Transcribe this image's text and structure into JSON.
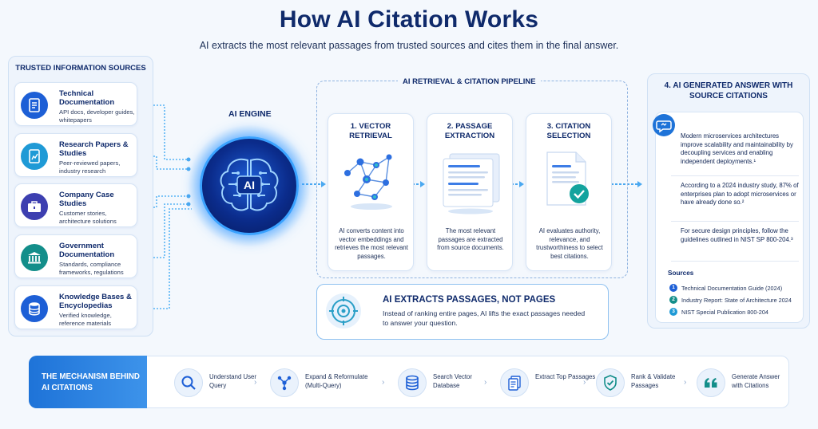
{
  "title": "How AI Citation Works",
  "subtitle": "AI extracts the most relevant passages from trusted sources and cites them in the final answer.",
  "sources_panel": {
    "heading": "TRUSTED INFORMATION SOURCES",
    "items": [
      {
        "title": "Technical Documentation",
        "desc": "API docs, developer guides, whitepapers",
        "icon": "document-icon",
        "color": "#1d5fd6"
      },
      {
        "title": "Research Papers & Studies",
        "desc": "Peer-reviewed papers, industry research",
        "icon": "chart-doc-icon",
        "color": "#1f9ad6"
      },
      {
        "title": "Company Case Studies",
        "desc": "Customer stories, architecture solutions",
        "icon": "briefcase-icon",
        "color": "#3d3fb0"
      },
      {
        "title": "Government Documentation",
        "desc": "Standards, compliance frameworks, regulations",
        "icon": "government-building-icon",
        "color": "#138e8a"
      },
      {
        "title": "Knowledge Bases & Encyclopedias",
        "desc": "Verified knowledge, reference materials",
        "icon": "database-icon",
        "color": "#1d5fd6"
      }
    ]
  },
  "engine": {
    "label": "AI ENGINE",
    "badge": "AI"
  },
  "pipeline": {
    "heading": "AI RETRIEVAL & CITATION PIPELINE",
    "steps": [
      {
        "title": "1. VECTOR RETRIEVAL",
        "desc": "AI converts content into vector embeddings and retrieves the most relevant passages.",
        "icon": "vector-graph-icon"
      },
      {
        "title": "2. PASSAGE EXTRACTION",
        "desc": "The most relevant passages are extracted from source documents.",
        "icon": "stacked-documents-icon"
      },
      {
        "title": "3. CITATION SELECTION",
        "desc": "AI evaluates authority, relevance, and trustworthiness to select best citations.",
        "icon": "check-document-icon"
      }
    ]
  },
  "extract_callout": {
    "title": "AI EXTRACTS PASSAGES, NOT PAGES",
    "desc": "Instead of ranking entire pages, AI lifts the exact passages needed to answer your question.",
    "icon": "target-icon"
  },
  "answer_panel": {
    "heading": "4. AI GENERATED ANSWER WITH SOURCE CITATIONS",
    "paragraphs": [
      "Modern microservices architectures improve scalability and maintainability by decoupling services and enabling independent deployments.¹",
      "According to a 2024 industry study, 87% of enterprises plan to adopt microservices or have already done so.²",
      "For secure design principles, follow the guidelines outlined in NIST SP 800-204.³"
    ],
    "sources_title": "Sources",
    "sources": [
      {
        "num": "1",
        "label": "Technical Documentation Guide (2024)",
        "color": "#1d5fd6"
      },
      {
        "num": "2",
        "label": "Industry Report: State of Architecture 2024",
        "color": "#138e8a"
      },
      {
        "num": "3",
        "label": "NIST Special Publication 800-204",
        "color": "#1f9ad6"
      }
    ]
  },
  "mechanism": {
    "heading": "THE MECHANISM BEHIND AI CITATIONS",
    "steps": [
      {
        "label": "Understand User Query",
        "icon": "search-icon"
      },
      {
        "label": "Expand & Reformulate (Multi-Query)",
        "icon": "network-icon"
      },
      {
        "label": "Search Vector Database",
        "icon": "database-icon"
      },
      {
        "label": "Extract Top Passages",
        "icon": "documents-icon"
      },
      {
        "label": "Rank & Validate Passages",
        "icon": "shield-check-icon"
      },
      {
        "label": "Generate Answer with Citations",
        "icon": "quote-icon"
      }
    ]
  },
  "colors": {
    "accent": "#1e73d8",
    "navy": "#0f2a6b",
    "glow": "#3aa2ff"
  }
}
